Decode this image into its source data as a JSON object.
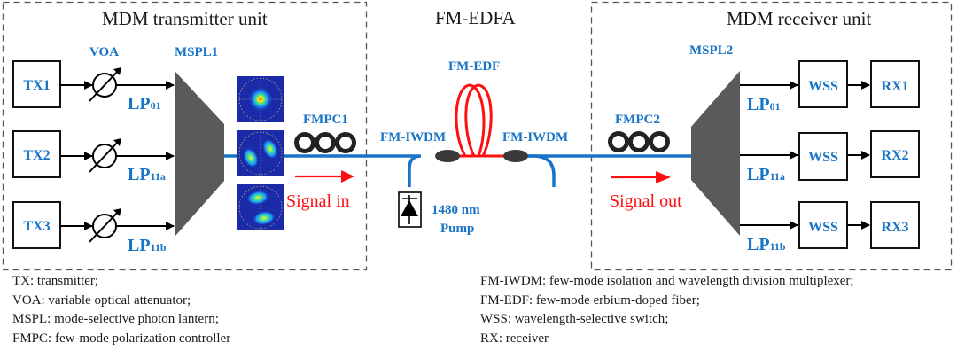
{
  "units": {
    "transmitter": {
      "title": "MDM transmitter unit"
    },
    "amplifier": {
      "title": "FM-EDFA"
    },
    "receiver": {
      "title": "MDM receiver unit"
    }
  },
  "transmitter": {
    "voa_label": "VOA",
    "mspl_label": "MSPL1",
    "fmpc_label": "FMPC1",
    "signal_label": "Signal in",
    "channels": [
      {
        "tx": "TX1",
        "mode": "LP",
        "mode_sub": "01"
      },
      {
        "tx": "TX2",
        "mode": "LP",
        "mode_sub": "11a"
      },
      {
        "tx": "TX3",
        "mode": "LP",
        "mode_sub": "11b"
      }
    ],
    "mode_profiles": [
      "LP01 intensity profile",
      "LP11a intensity profile",
      "LP11b intensity profile"
    ]
  },
  "amplifier": {
    "edf_label": "FM-EDF",
    "iwdm_left_label": "FM-IWDM",
    "iwdm_right_label": "FM-IWDM",
    "pump_label_line1": "1480 nm",
    "pump_label_line2": "Pump"
  },
  "receiver": {
    "mspl_label": "MSPL2",
    "fmpc_label": "FMPC2",
    "signal_label": "Signal out",
    "channels": [
      {
        "wss": "WSS",
        "rx": "RX1",
        "mode": "LP",
        "mode_sub": "01"
      },
      {
        "wss": "WSS",
        "rx": "RX2",
        "mode": "LP",
        "mode_sub": "11a"
      },
      {
        "wss": "WSS",
        "rx": "RX3",
        "mode": "LP",
        "mode_sub": "11b"
      }
    ]
  },
  "legend": {
    "left": [
      "TX: transmitter;",
      "VOA: variable optical attenuator;",
      "MSPL: mode-selective photon lantern;",
      "FMPC: few-mode polarization controller"
    ],
    "right": [
      "FM-IWDM: few-mode isolation and wavelength division multiplexer;",
      "FM-EDF: few-mode erbium-doped fiber;",
      "WSS: wavelength-selective switch;",
      "RX: receiver"
    ]
  },
  "colors": {
    "label_blue": "#1874c6",
    "fiber_blue": "#1a73c8",
    "edf_red": "#ff1010",
    "mspl_gray": "#5a5a5a"
  }
}
